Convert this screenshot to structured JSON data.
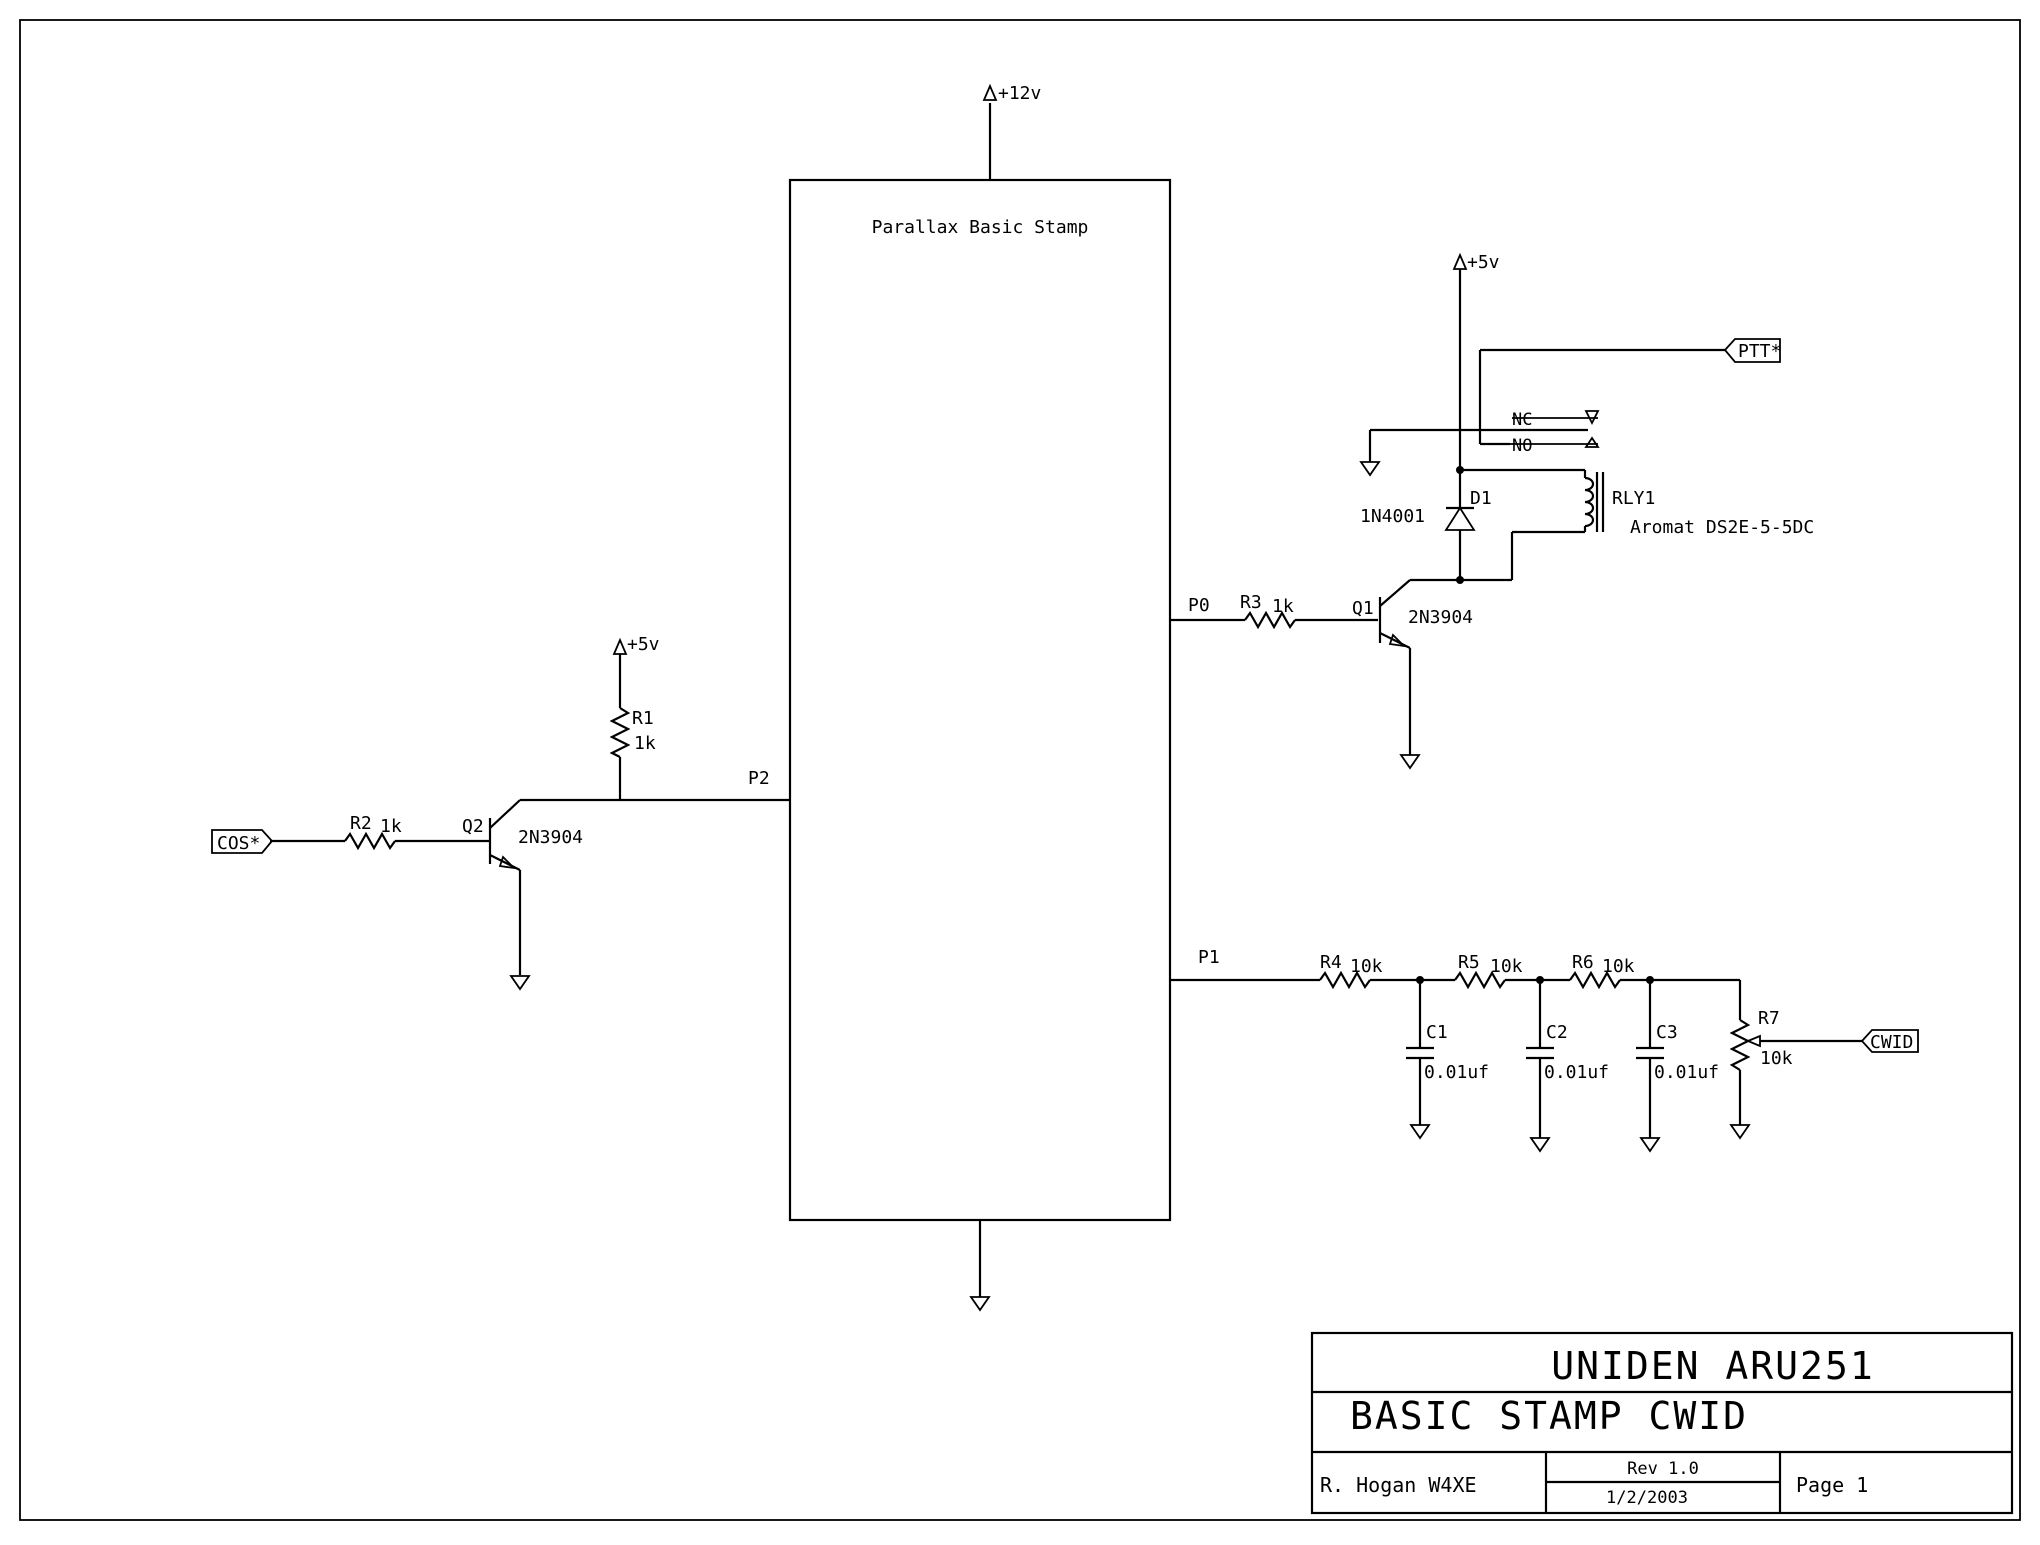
{
  "ic": {
    "name": "Parallax Basic Stamp"
  },
  "power": {
    "v12": "+12v",
    "v5_relay": "+5v",
    "v5_pullup": "+5v"
  },
  "pins": {
    "p0": "P0",
    "p1": "P1",
    "p2": "P2"
  },
  "ports": {
    "cos": "COS*",
    "ptt": "PTT*",
    "cwid": "CWID"
  },
  "components": {
    "r1": {
      "ref": "R1",
      "value": "1k"
    },
    "r2": {
      "ref": "R2",
      "value": "1k"
    },
    "r3": {
      "ref": "R3",
      "value": "1k"
    },
    "r4": {
      "ref": "R4",
      "value": "10k"
    },
    "r5": {
      "ref": "R5",
      "value": "10k"
    },
    "r6": {
      "ref": "R6",
      "value": "10k"
    },
    "r7": {
      "ref": "R7",
      "value": "10k"
    },
    "c1": {
      "ref": "C1",
      "value": "0.01uf"
    },
    "c2": {
      "ref": "C2",
      "value": "0.01uf"
    },
    "c3": {
      "ref": "C3",
      "value": "0.01uf"
    },
    "q1": {
      "ref": "Q1",
      "value": "2N3904"
    },
    "q2": {
      "ref": "Q2",
      "value": "2N3904"
    },
    "d1": {
      "ref": "D1",
      "value": "1N4001"
    },
    "rly1": {
      "ref": "RLY1",
      "value": "Aromat DS2E-5-5DC",
      "nc": "NC",
      "no": "NO"
    }
  },
  "title_block": {
    "company": "UNIDEN ARU251",
    "title": "BASIC STAMP CWID",
    "author": "R. Hogan W4XE",
    "rev": "Rev 1.0",
    "date": "1/2/2003",
    "page": "Page 1"
  }
}
